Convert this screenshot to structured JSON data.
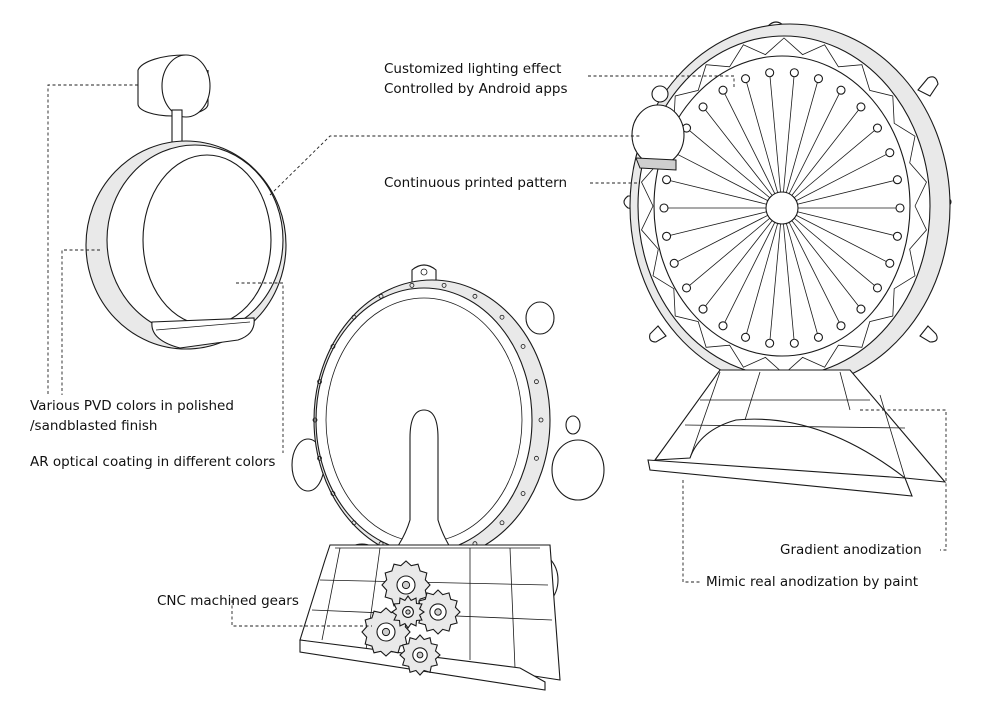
{
  "labels": {
    "lighting": "Customized lighting effect",
    "android": "Controlled by Android apps",
    "pattern": "Continuous printed pattern",
    "pvd_line1": "Various PVD colors in polished",
    "pvd_line2": "/sandblasted finish",
    "ar_coating": "AR optical coating in different colors",
    "gradient": "Gradient anodization",
    "mimic": "Mimic real anodization by paint",
    "cnc": "CNC machined gears"
  }
}
